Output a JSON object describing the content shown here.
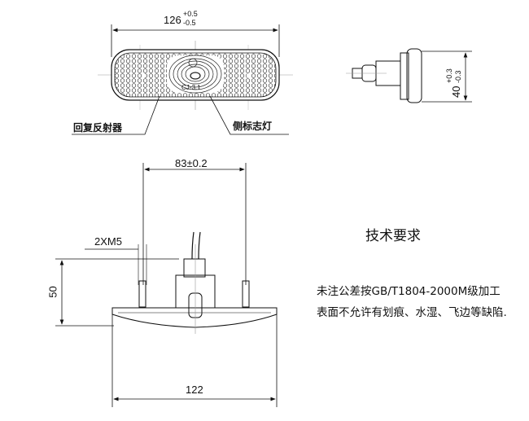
{
  "top_view": {
    "width_dim": "126",
    "width_tol_upper": "+0.5",
    "width_tol_lower": "-0.5",
    "emboss_text": "CJ-3.1",
    "labels": {
      "reflector": "回复反射器",
      "side_marker": "侧标志灯"
    }
  },
  "side_view": {
    "height_dim": "40",
    "height_tol_upper": "+0.3",
    "height_tol_lower": "-0.3"
  },
  "front_view": {
    "stud_spacing": "83±0.2",
    "thread": "2XM5",
    "height": "50",
    "base_width": "122"
  },
  "requirements": {
    "title": "技术要求",
    "lines": [
      "未注公差按GB/T1804-2000M级加工",
      "表面不允许有划痕、水湿、飞边等缺陷."
    ]
  }
}
